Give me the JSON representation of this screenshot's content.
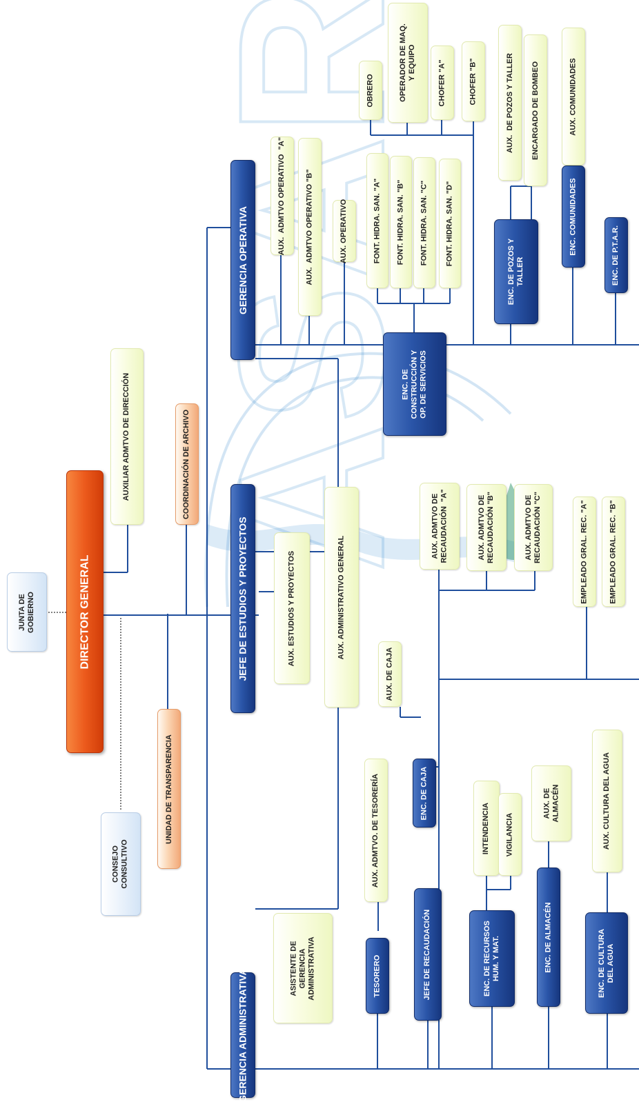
{
  "colors": {
    "blue": "#1f4e9c",
    "line": "#1f4e9c",
    "orange": "#e85a1d",
    "yellow": "#f4f9d8"
  },
  "nodes": {
    "junta": "JUNTA DE\nGOBIERNO",
    "director": "DIRECTOR GENERAL",
    "consejo": "CONSEJO\nCONSULTIVO",
    "aux_direccion": "AUXILIAR ADMTVO DE DIRECCIÓN",
    "transparencia": "UNIDAD DE TRANSPARENCIA",
    "archivo": "COORDINACIÓN DE ARCHIVO",
    "jefe_estudios": "JEFE DE ESTUDIOS Y PROYECTOS",
    "aux_estudios": "AUX. ESTUDIOS Y PROYECTOS",
    "aux_admin_general": "AUX. ADMINISTRATIVO GENERAL",
    "gerencia_operativa": "GERENCIA OPERATIVA",
    "aux_op_a": "AUX.  ADMTVO OPERATIVO  \"A\"",
    "aux_op_b": "AUX.  ADMTVO OPERATIVO \"B\"",
    "aux_operativo": "AUX. OPERATIVO",
    "obrero": "OBRERO",
    "operador": "OPERADOR DE MAQ.\nY EQUIPO",
    "chofer_a": "CHOFER \"A\"",
    "chofer_b": "CHOFER \"B\"",
    "font_a": "FONT. HIDRA. SAN. \"A\"",
    "font_b": "FONT. HIDRA. SAN. \"B\"",
    "font_c": "FONT. HIDRA. SAN. \"C\"",
    "font_d": "FONT. HIDRA. SAN. \"D\"",
    "enc_construccion": "ENC. DE\nCONSTRUCCIÓN Y\nOP. DE SERVICIOS",
    "aux_pozos": "AUX.  DE POZOS Y TALLER",
    "encargado_bombeo": "ENCARGADO DE BOMBEO",
    "enc_pozos": "ENC. DE POZOS Y\nTALLER",
    "aux_comunidades": "AUX. COMUNIDADES",
    "enc_comunidades": "ENC. COMUNIDADES",
    "enc_ptar": "ENC. DE P.T.A.R.",
    "aux_recaud_a": "AUX. ADMTVO DE\nRECAUDACIÓN  \"A\"",
    "aux_recaud_b": "AUX. ADMTVO DE\nRECAUDACIÓN \"B\"",
    "aux_recaud_c": "AUX. ADMTVO DE\nRECAUDACIÓN \"C\"",
    "empleado_a": "EMPLEADO GRAL. REC. \"A\"",
    "empleado_b": "EMPLEADO GRAL. REC. \"B\"",
    "aux_caja": "AUX. DE CAJA",
    "enc_caja": "ENC. DE CAJA",
    "aux_tesoreria": "AUX. ADMTVO. DE TESORERÍA",
    "gerencia_admin": "GERENCIA ADMINISTRATIVA",
    "asistente": "ASISTENTE DE\nGERENCIA\nADMINISTRATIVA",
    "tesorero": "TESORERO",
    "jefe_recaudacion": "JEFE DE RECAUDACIÓN",
    "intendencia": "INTENDENCIA",
    "vigilancia": "VIGILANCIA",
    "enc_recursos": "ENC. DE RECURSOS\nHUM. Y MAT.",
    "aux_almacen": "AUX. DE\nALMACÉN",
    "enc_almacen": "ENC. DE ALMACÉN",
    "aux_cultura": "AUX. CULTURA DEL AGUA",
    "enc_cultura": "ENC. DE CULTURA\nDEL AGUA"
  },
  "watermark": {
    "text": "ASAR"
  }
}
